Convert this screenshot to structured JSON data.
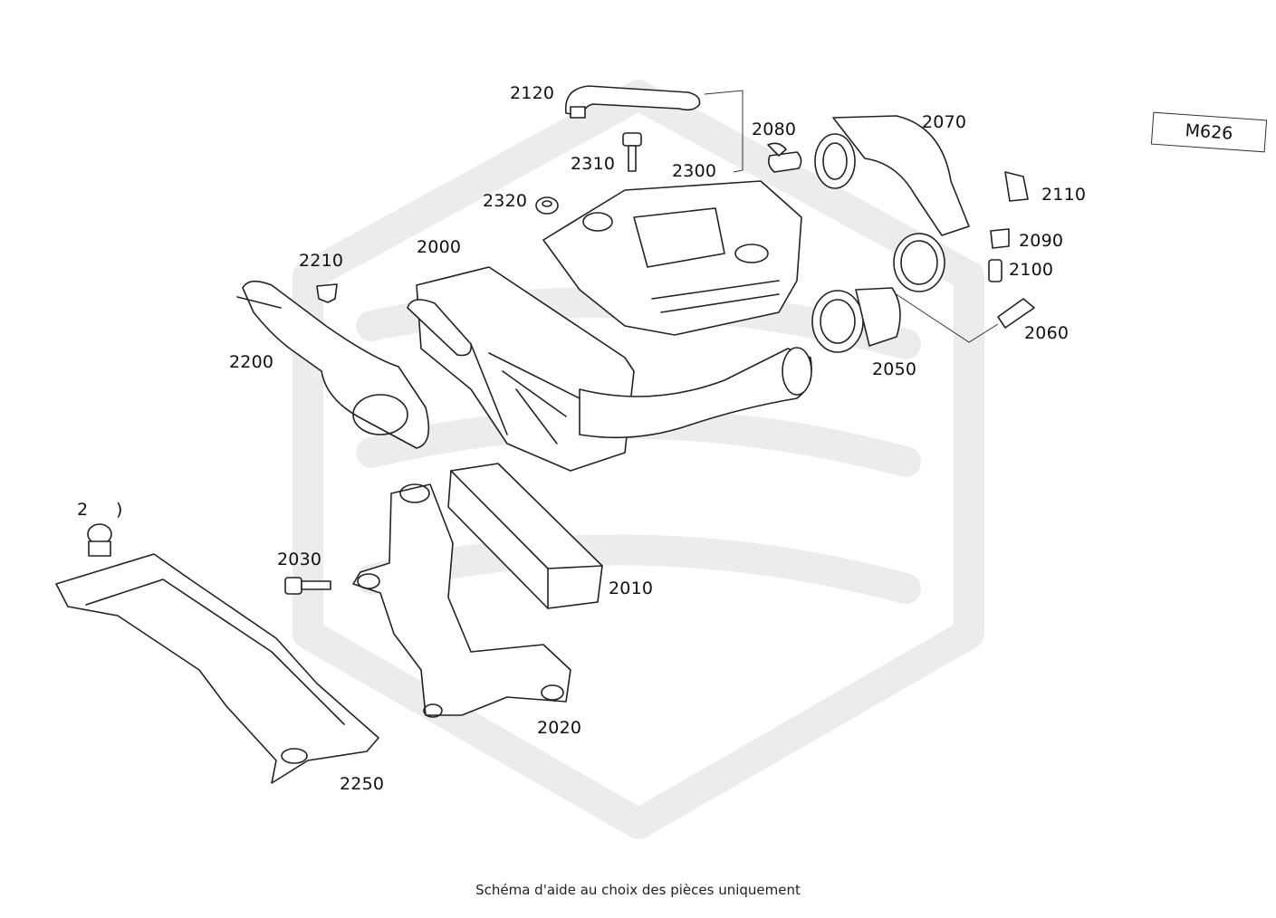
{
  "model": "M626",
  "caption": "Schéma d'aide au choix des pièces uniquement",
  "parts": {
    "p2000": "2000",
    "p2010": "2010",
    "p2020": "2020",
    "p2030": "2030",
    "p2050": "2050",
    "p2060": "2060",
    "p2070": "2070",
    "p2080": "2080",
    "p2090": "2090",
    "p2100": "2100",
    "p2110": "2110",
    "p2120": "2120",
    "p2200": "2200",
    "p2210": "2210",
    "p2250": "2250",
    "p2260": "2",
    "p2260b": ")",
    "p2300": "2300",
    "p2310": "2310",
    "p2320": "2320"
  }
}
